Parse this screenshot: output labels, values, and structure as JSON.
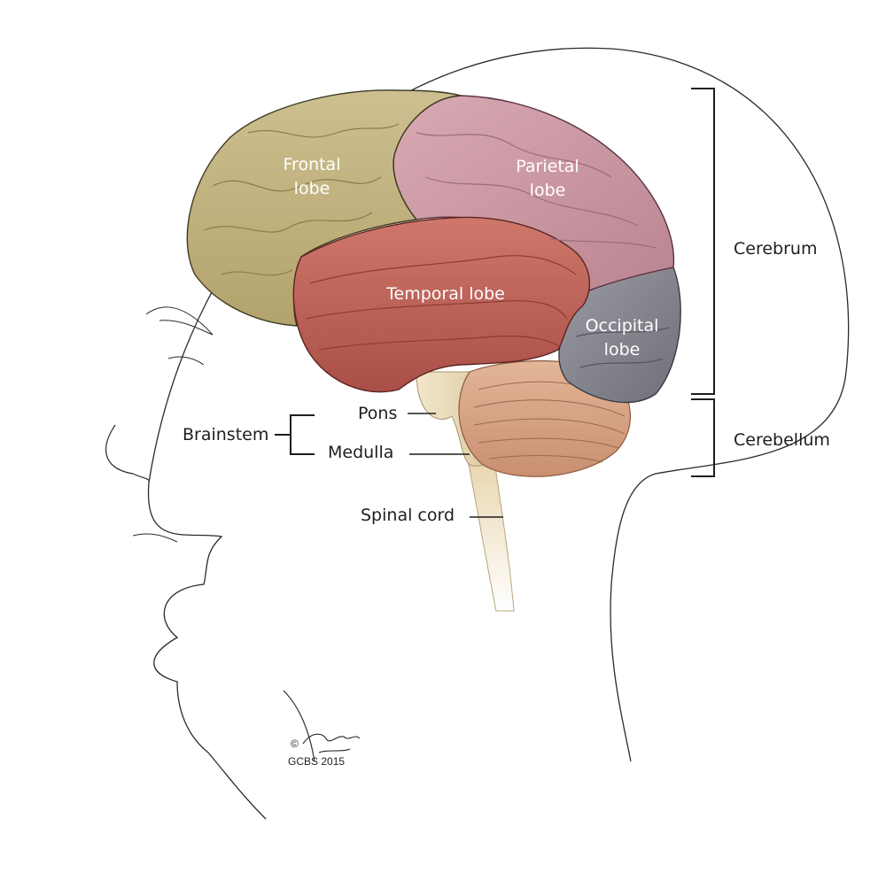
{
  "diagram": {
    "lobes": {
      "frontal": [
        "Frontal",
        "lobe"
      ],
      "parietal": [
        "Parietal",
        "lobe"
      ],
      "temporal": "Temporal lobe",
      "occipital": [
        "Occipital",
        "lobe"
      ]
    },
    "regions": {
      "cerebrum": "Cerebrum",
      "cerebellum": "Cerebellum",
      "brainstem": "Brainstem"
    },
    "parts": {
      "pons": "Pons",
      "medulla": "Medulla",
      "spinal_cord": "Spinal cord"
    },
    "credit": {
      "copyright_symbol": "©",
      "signature": "Elizabeth Siegel",
      "studio": "GCBS 2015"
    },
    "colors": {
      "frontal": "#c9bd8e",
      "parietal": "#cf9ba6",
      "temporal": "#c96a5f",
      "occipital": "#8a8a92",
      "cerebellum": "#d9a989",
      "brainstem": "#eee1c2",
      "outline": "#2b2b2b"
    }
  }
}
